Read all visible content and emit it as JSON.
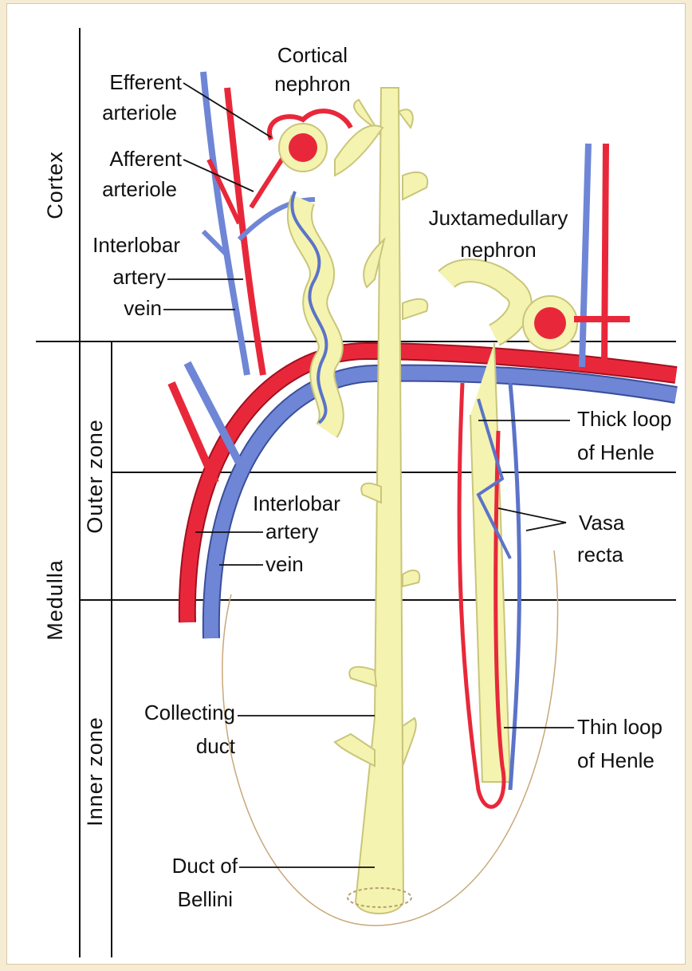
{
  "colors": {
    "artery": "#e8283a",
    "vein": "#5b73c8",
    "tubule": "#f5f3b0",
    "tubule_stroke": "#c9c57a",
    "page_background": "#f6ecd4"
  },
  "zones": {
    "cortex": "Cortex",
    "medulla": "Medulla",
    "outer_zone": "Outer zone",
    "inner_zone": "Inner zone"
  },
  "labels": {
    "cortical_nephron": [
      "Cortical",
      "nephron"
    ],
    "efferent_arteriole": [
      "Efferent",
      "arteriole"
    ],
    "afferent_arteriole": [
      "Afferent",
      "arteriole"
    ],
    "interlobar_upper": [
      "Interlobar",
      "artery",
      "vein"
    ],
    "juxtamedullary_nephron": [
      "Juxtamedullary",
      "nephron"
    ],
    "thick_loop": [
      "Thick loop",
      "of Henle"
    ],
    "interlobar_lower": [
      "Interlobar",
      "artery",
      "vein"
    ],
    "vasa_recta": [
      "Vasa",
      "recta"
    ],
    "collecting_duct": [
      "Collecting",
      "duct"
    ],
    "thin_loop": [
      "Thin loop",
      "of Henle"
    ],
    "duct_of_bellini": [
      "Duct of",
      "Bellini"
    ]
  }
}
